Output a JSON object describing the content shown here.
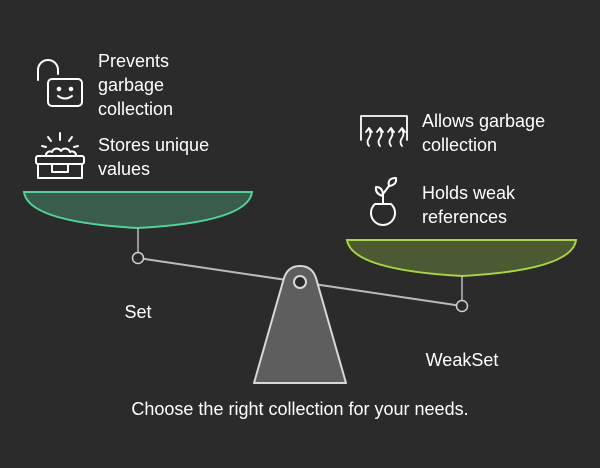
{
  "left": {
    "name": "Set",
    "feature_1": [
      "Prevents",
      "garbage",
      "collection"
    ],
    "feature_2": [
      "Stores unique",
      "values"
    ],
    "icon_1": "open-padlock-smiley-icon",
    "icon_2": "treasure-chest-icon"
  },
  "right": {
    "name": "WeakSet",
    "feature_1": [
      "Allows garbage",
      "collection"
    ],
    "feature_2": [
      "Holds weak",
      "references"
    ],
    "icon_1": "heat-waves-icon",
    "icon_2": "plant-sprout-icon"
  },
  "caption": "Choose the right collection for your needs.",
  "colors": {
    "background": "#2b2b2b",
    "left_pan_fill": "#3a5c4a",
    "left_pan_stroke": "#4fd49a",
    "right_pan_fill": "#4c5a34",
    "right_pan_stroke": "#a8d83c",
    "fulcrum_fill": "#5e5e5e",
    "fulcrum_stroke": "#d8d8d8"
  }
}
